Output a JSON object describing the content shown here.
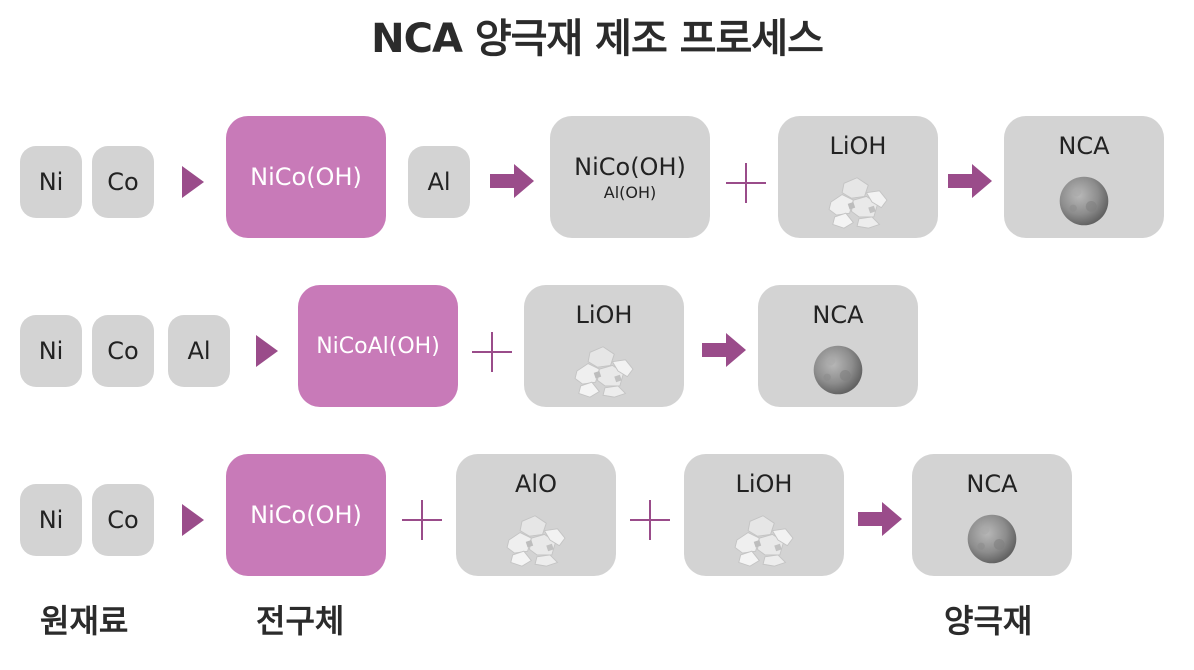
{
  "title": "NCA 양극재 제조 프로세스",
  "rows": [
    {
      "raw": [
        "Ni",
        "Co"
      ],
      "precursor": "NiCo(OH)",
      "additive": "Al",
      "intermediate": {
        "main": "NiCo(OH)",
        "sub": "Al(OH)"
      },
      "reagent": "LiOH",
      "product": "NCA"
    },
    {
      "raw": [
        "Ni",
        "Co",
        "Al"
      ],
      "precursor": "NiCoAl(OH)",
      "reagent": "LiOH",
      "product": "NCA"
    },
    {
      "raw": [
        "Ni",
        "Co"
      ],
      "precursor": "NiCo(OH)",
      "additive": "AlO",
      "reagent": "LiOH",
      "product": "NCA"
    }
  ],
  "footer": {
    "raw_materials": "원재료",
    "precursor": "전구체",
    "cathode": "양극재"
  },
  "colors": {
    "precursor_fill": "#c87ab8",
    "node_fill": "#d3d3d3",
    "connector": "#9a4c8a"
  },
  "icons": {
    "powder": "powder-pile-icon",
    "particle": "nca-particle-icon"
  }
}
